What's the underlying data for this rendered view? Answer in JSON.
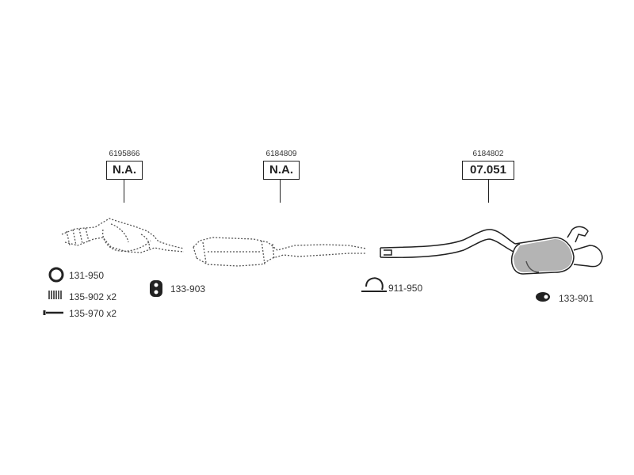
{
  "sections": [
    {
      "part_number": "6195866",
      "code": "N.A."
    },
    {
      "part_number": "6184809",
      "code": "N.A."
    },
    {
      "part_number": "6184802",
      "code": "07.051"
    }
  ],
  "accessories": [
    {
      "label": "131-950",
      "icon": "gasket-ring-icon"
    },
    {
      "label": "135-902 x2",
      "icon": "spring-icon"
    },
    {
      "label": "135-970 x2",
      "icon": "bolt-icon"
    },
    {
      "label": "133-903",
      "icon": "rubber-hanger-icon"
    },
    {
      "label": "911-950",
      "icon": "pipe-clamp-icon"
    },
    {
      "label": "133-901",
      "icon": "rubber-mount-icon"
    }
  ]
}
